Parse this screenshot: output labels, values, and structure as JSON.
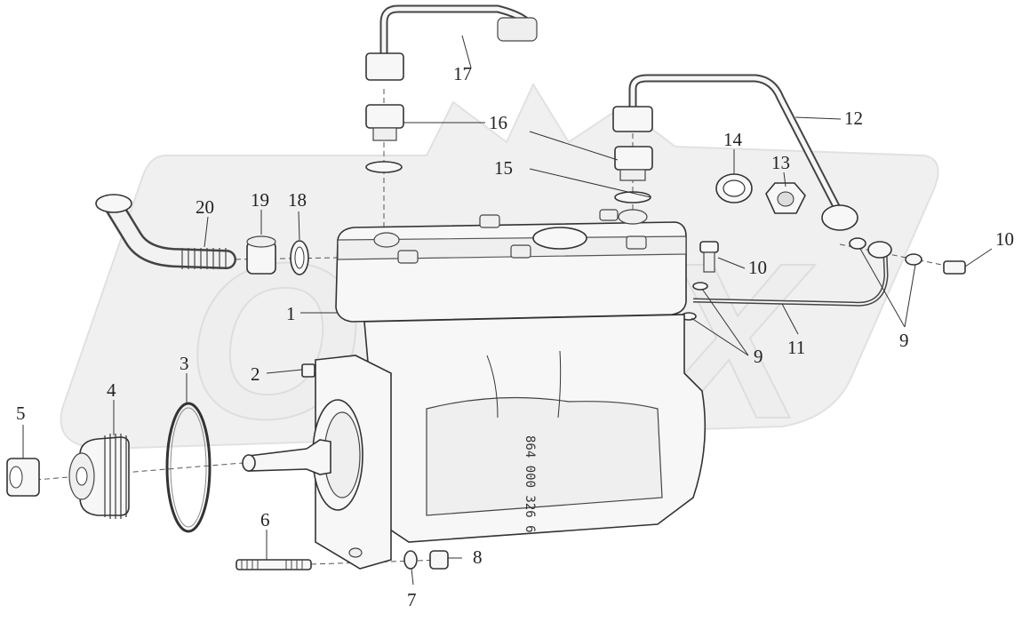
{
  "diagram": {
    "watermark_text": "OPEX",
    "casting_number": "864 000 326 6",
    "callouts": [
      {
        "id": "c1",
        "label": "1"
      },
      {
        "id": "c2",
        "label": "2"
      },
      {
        "id": "c3",
        "label": "3"
      },
      {
        "id": "c4",
        "label": "4"
      },
      {
        "id": "c5",
        "label": "5"
      },
      {
        "id": "c6",
        "label": "6"
      },
      {
        "id": "c7",
        "label": "7"
      },
      {
        "id": "c8",
        "label": "8"
      },
      {
        "id": "c9a",
        "label": "9"
      },
      {
        "id": "c9b",
        "label": "9"
      },
      {
        "id": "c10a",
        "label": "10"
      },
      {
        "id": "c10b",
        "label": "10"
      },
      {
        "id": "c11",
        "label": "11"
      },
      {
        "id": "c12",
        "label": "12"
      },
      {
        "id": "c13",
        "label": "13"
      },
      {
        "id": "c14",
        "label": "14"
      },
      {
        "id": "c15",
        "label": "15"
      },
      {
        "id": "c16",
        "label": "16"
      },
      {
        "id": "c17",
        "label": "17"
      },
      {
        "id": "c18",
        "label": "18"
      },
      {
        "id": "c19",
        "label": "19"
      },
      {
        "id": "c20",
        "label": "20"
      }
    ],
    "colors": {
      "line": "#333333",
      "watermark": "#e4e4e4",
      "background": "#ffffff"
    }
  }
}
